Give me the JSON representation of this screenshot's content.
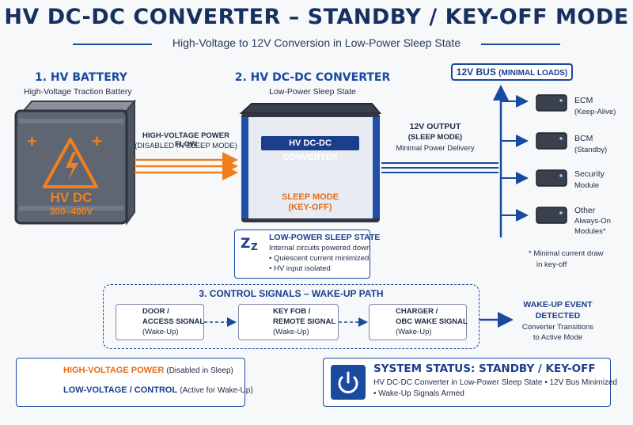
{
  "header": {
    "title": "HV DC-DC CONVERTER – STANDBY / KEY-OFF MODE",
    "subtitle": "High-Voltage to 12V Conversion in Low-Power Sleep State"
  },
  "battery": {
    "heading": "1. HV BATTERY",
    "subheading": "High-Voltage Traction Battery",
    "label": "HV DC",
    "voltage": "300–400V",
    "plus_left": "+",
    "plus_right": "+"
  },
  "hv_flow": {
    "line1": "HIGH-VOLTAGE POWER FLOW",
    "line2": "(DISABLED IN SLEEP MODE)"
  },
  "converter": {
    "heading": "2. HV DC-DC CONVERTER",
    "subheading": "Low-Power Sleep State",
    "badge": "HV DC-DC CONVERTER",
    "sleep_line1": "SLEEP MODE",
    "sleep_line2": "(KEY-OFF)"
  },
  "output": {
    "line1": "12V OUTPUT",
    "line2": "(SLEEP MODE)",
    "line3": "Minimal Power Delivery"
  },
  "bus": {
    "label": "12V BUS",
    "label_small": "(MINIMAL LOADS)",
    "modules": [
      {
        "name": "ECM",
        "detail": "(Keep-Alive)"
      },
      {
        "name": "BCM",
        "detail": "(Standby)"
      },
      {
        "name": "Security",
        "detail": "Module"
      },
      {
        "name": "Other",
        "detail": "Always-On",
        "detail2": "Modules*"
      }
    ],
    "footnote1": "* Minimal current draw",
    "footnote2": "in key-off"
  },
  "sleep_state": {
    "icon_text": "Z",
    "title": "LOW-POWER SLEEP STATE",
    "line1": "Internal circuits powered down",
    "bullet1": "• Quiescent current minimized",
    "bullet2": "• HV input isolated"
  },
  "control": {
    "title": "3. CONTROL SIGNALS – WAKE-UP PATH",
    "signals": [
      {
        "line1": "DOOR /",
        "line2": "ACCESS SIGNAL",
        "line3": "(Wake-Up)"
      },
      {
        "line1": "KEY FOB /",
        "line2": "REMOTE SIGNAL",
        "line3": "(Wake-Up)"
      },
      {
        "line1": "CHARGER /",
        "line2": "OBC WAKE SIGNAL",
        "line3": "(Wake-Up)"
      }
    ],
    "wake_title1": "WAKE-UP EVENT",
    "wake_title2": "DETECTED",
    "wake_line1": "Converter Transitions",
    "wake_line2": "to Active Mode"
  },
  "legend": {
    "hv_label": "HIGH-VOLTAGE POWER",
    "hv_note": "(Disabled in Sleep)",
    "lv_label": "LOW-VOLTAGE / CONTROL",
    "lv_note": "(Active for Wake-Up)",
    "hv_color": "#f0801e",
    "lv_color": "#1a4aa0"
  },
  "status": {
    "title": "SYSTEM STATUS: STANDBY / KEY-OFF",
    "line1": "HV DC-DC Converter in Low-Power Sleep State • 12V Bus Minimized",
    "line2": "• Wake-Up Signals Armed"
  }
}
